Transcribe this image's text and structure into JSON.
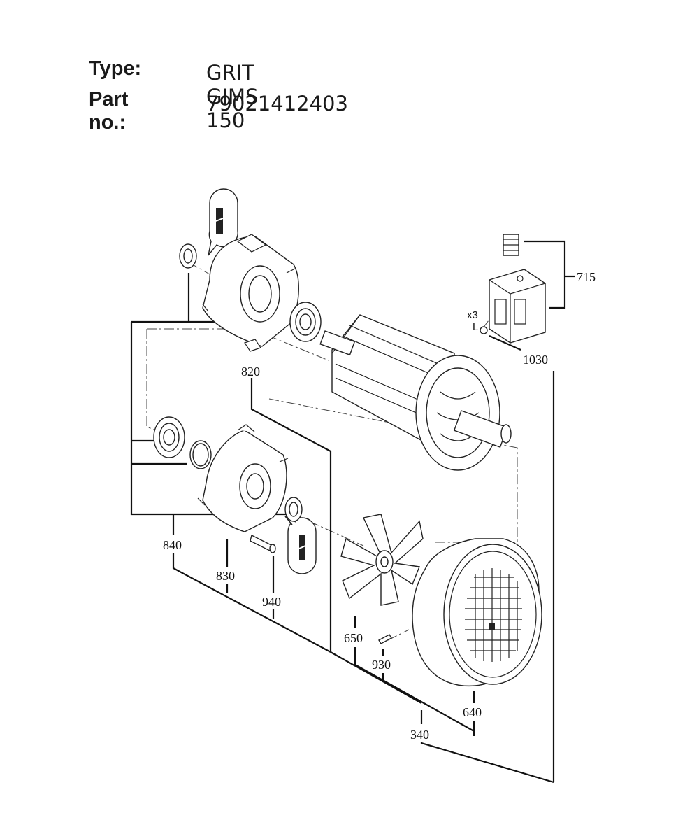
{
  "header": {
    "type_label": "Type:",
    "type_value": "GRIT GIMS 150",
    "part_label": "Part no.:",
    "part_value": "79021412403"
  },
  "callouts": {
    "c715": "715",
    "c1030": "1030",
    "cx3": "x3",
    "cL": "L",
    "c820": "820",
    "c840": "840",
    "c830": "830",
    "c940": "940",
    "c650": "650",
    "c930": "930",
    "c640": "640",
    "c340": "340"
  }
}
